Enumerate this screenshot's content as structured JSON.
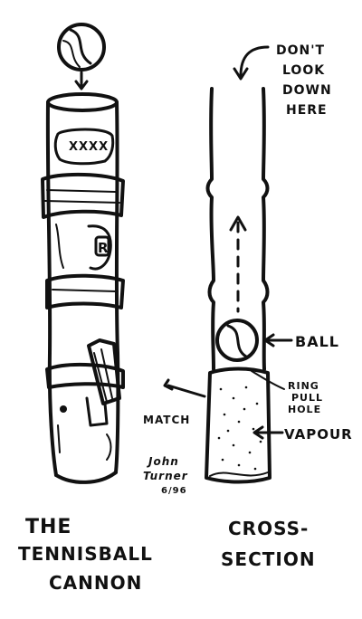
{
  "colors": {
    "ink": "#111111",
    "paper": "#ffffff"
  },
  "left_drawing": {
    "can_label_text": "XXXX",
    "can_label_letter": "R",
    "title_line1": "THE",
    "title_line2": "TENNISBALL",
    "title_line3": "CANNON"
  },
  "right_drawing": {
    "warning_line1": "DON'T",
    "warning_line2": "LOOK",
    "warning_line3": "DOWN",
    "warning_line4": "HERE",
    "label_ball": "BALL",
    "label_ring_line1": "RING",
    "label_ring_line2": "PULL",
    "label_ring_line3": "HOLE",
    "label_vapour": "VAPOUR",
    "label_match": "MATCH",
    "title_line1": "CROSS-",
    "title_line2": "SECTION"
  },
  "signature": {
    "name_line1": "John",
    "name_line2": "Turner",
    "date": "6/96"
  }
}
